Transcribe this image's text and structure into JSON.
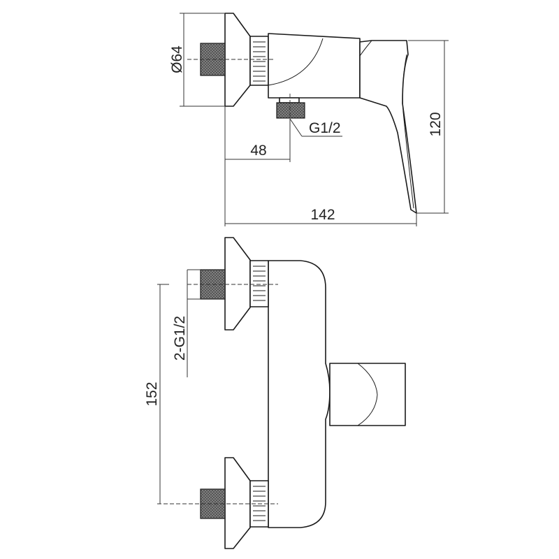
{
  "colors": {
    "line": "#1a1a1a",
    "thread": "#4a4a4a",
    "background": "#ffffff"
  },
  "dimensions": {
    "flange_diameter": "Ø64",
    "outlet_thread": "G1/2",
    "outlet_offset": "48",
    "total_depth": "142",
    "total_height": "120",
    "inlet_threads": "2-G1/2",
    "inlet_spacing": "152"
  }
}
